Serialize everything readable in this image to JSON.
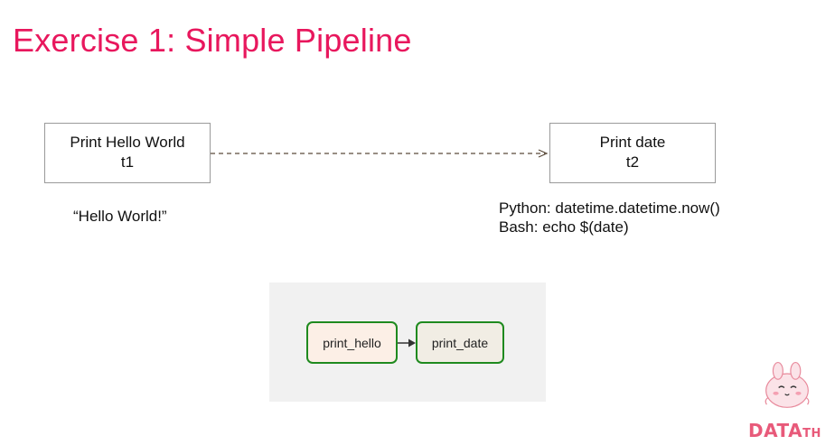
{
  "slide": {
    "title": "Exercise 1: Simple Pipeline"
  },
  "tasks": [
    {
      "label": "Print Hello World",
      "id": "t1"
    },
    {
      "label": "Print date",
      "id": "t2"
    }
  ],
  "captions": {
    "hello": "“Hello World!”",
    "python": "Python: datetime.datetime.now()",
    "bash": "Bash: echo $(date)"
  },
  "graph": {
    "nodes": [
      "print_hello",
      "print_date"
    ]
  },
  "logo": {
    "brand_main": "DATA",
    "brand_suffix": "TH"
  },
  "colors": {
    "title": "#e8175d",
    "node_border": "#1f8a1f",
    "brand": "#e85a7a"
  }
}
